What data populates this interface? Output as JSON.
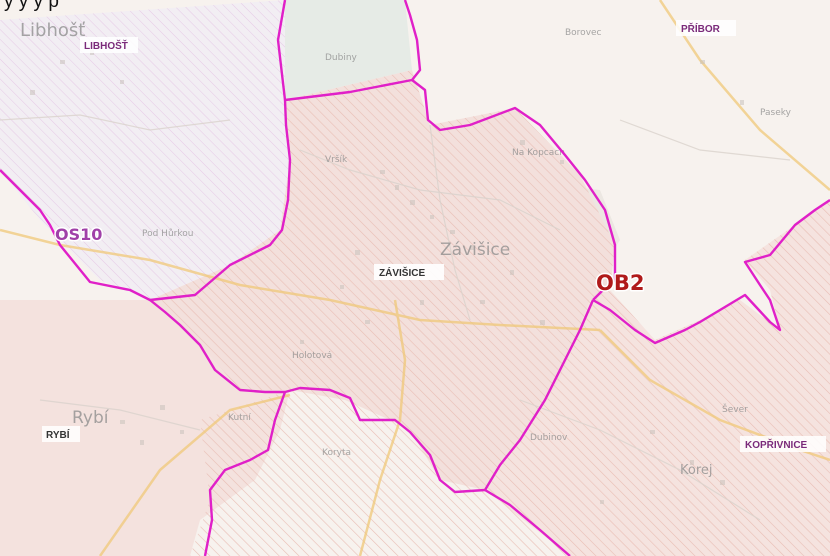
{
  "caption": {
    "text": "y     y        y             p"
  },
  "colors": {
    "boundary": "#e020c8",
    "zone_fill": "#f1dcd8",
    "hatch": "#e8bdb4",
    "forest_fill": "#eaeaea",
    "muni_label": "#7a2a7a",
    "zone_label_ob": "#b01a1a",
    "zone_label_os": "#a040a8"
  },
  "zones": [
    {
      "code": "OS10"
    },
    {
      "code": "OB2"
    }
  ],
  "municipalities": [
    {
      "name": "LIBHOŠŤ"
    },
    {
      "name": "PŘÍBOR"
    },
    {
      "name": "ZÁVIŠICE"
    },
    {
      "name": "RYBÍ"
    },
    {
      "name": "KOPŘIVNICE"
    }
  ],
  "basemap_labels": [
    {
      "text": "Libhošť"
    },
    {
      "text": "Závišice"
    },
    {
      "text": "Rybí"
    },
    {
      "text": "Paseky"
    },
    {
      "text": "Borovec"
    },
    {
      "text": "Dubiny"
    },
    {
      "text": "Na Kopcach"
    },
    {
      "text": "Pod Hůrkou"
    },
    {
      "text": "Holotová"
    },
    {
      "text": "Kutní"
    },
    {
      "text": "Dubinov"
    },
    {
      "text": "Korej"
    },
    {
      "text": "Šever"
    },
    {
      "text": "Vršík"
    },
    {
      "text": "Koryta"
    }
  ]
}
